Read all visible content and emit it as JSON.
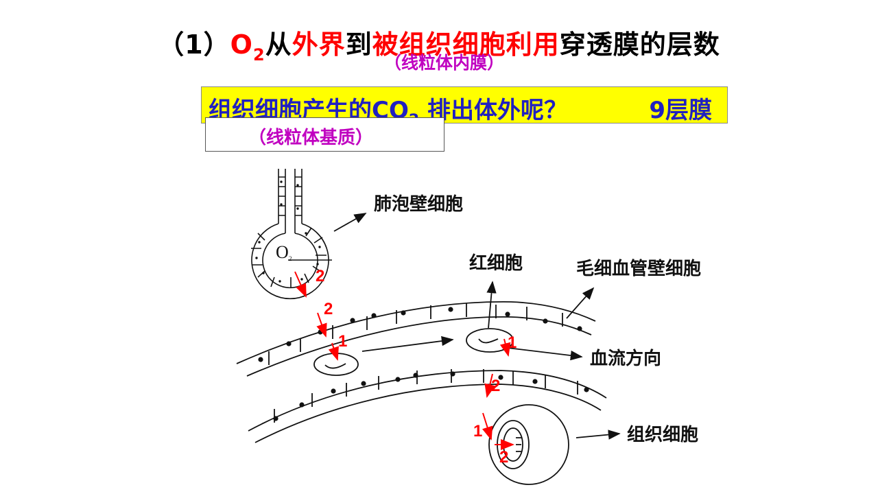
{
  "title": {
    "prefix": "（1）",
    "o2": "O",
    "o2_sub": "2",
    "from": "从",
    "outside": "外界",
    "to": "到",
    "used_by": "被组织细胞利用",
    "suffix": "穿透膜的层数"
  },
  "subtitle": "（线粒体内膜）",
  "question": {
    "text_before": "组织细胞产生的CO",
    "text_sub": "2",
    "text_after": " 排出体外呢？",
    "answer": "9层膜"
  },
  "answer_box": "（线粒体基质）",
  "diagram": {
    "o2_label": "O",
    "o2_sub": "2",
    "labels": {
      "alveolar": "肺泡壁细胞",
      "rbc": "红细胞",
      "capillary": "毛细血管壁细胞",
      "flow": "血流方向",
      "tissue": "组织细胞"
    },
    "counts": [
      "2",
      "2",
      "1",
      "1",
      "2",
      "1",
      "2"
    ]
  },
  "colors": {
    "accent_red": "#ff0000",
    "question_blue": "#2020c0",
    "magenta": "#c000c0",
    "highlight": "#ffff00"
  }
}
